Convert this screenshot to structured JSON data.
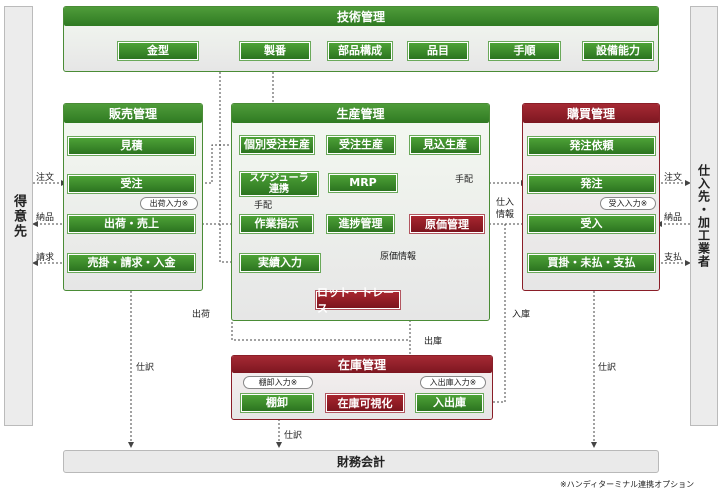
{
  "sides": {
    "left": "得意先",
    "right": "仕入先・加工業者"
  },
  "gijutsu": {
    "title": "技術管理",
    "items": [
      "金型",
      "製番",
      "部品構成",
      "品目",
      "手順",
      "設備能力"
    ]
  },
  "hanbai": {
    "title": "販売管理",
    "items": [
      "見積",
      "受注",
      "出荷・売上",
      "売掛・請求・入金"
    ],
    "option": "出荷入力※"
  },
  "seisan": {
    "title": "生産管理",
    "row1": [
      "個別受注生産",
      "受注生産",
      "見込生産"
    ],
    "scheduler": "スケジューラ\n連携",
    "mrp": "MRP",
    "sagyo": "作業指示",
    "shinchoku": "進捗管理",
    "genka": "原価管理",
    "jisseki": "実績入力",
    "lot": "ロット・トレース"
  },
  "kobai": {
    "title": "購買管理",
    "items": [
      "発注依頼",
      "発注",
      "受入",
      "買掛・未払・支払"
    ],
    "option": "受入入力※"
  },
  "zaiko": {
    "title": "在庫管理",
    "tanaoroshi": "棚卸",
    "kashika": "在庫可視化",
    "nyushukko": "入出庫",
    "opt_tana": "棚卸入力※",
    "opt_nyu": "入出庫入力※"
  },
  "zaimu": "財務会計",
  "labels": {
    "chumon_l": "注文",
    "nohin_l": "納品",
    "seikyu": "請求",
    "chumon_r": "注文",
    "nohin_r": "納品",
    "shiharai": "支払",
    "tehai_mid": "手配",
    "tehai_small": "手配",
    "shiire_joho": "仕入\n情報",
    "genka_joho": "原価情報",
    "shukka": "出荷",
    "nyuko": "入庫",
    "shukko": "出庫",
    "shiwake_l": "仕訳",
    "shiwake_r": "仕訳",
    "shiwake_c": "仕訳"
  },
  "footnote": "※ハンディターミナル連携オプション",
  "colors": {
    "green": "#3a8a2c",
    "red": "#8f1c26"
  }
}
